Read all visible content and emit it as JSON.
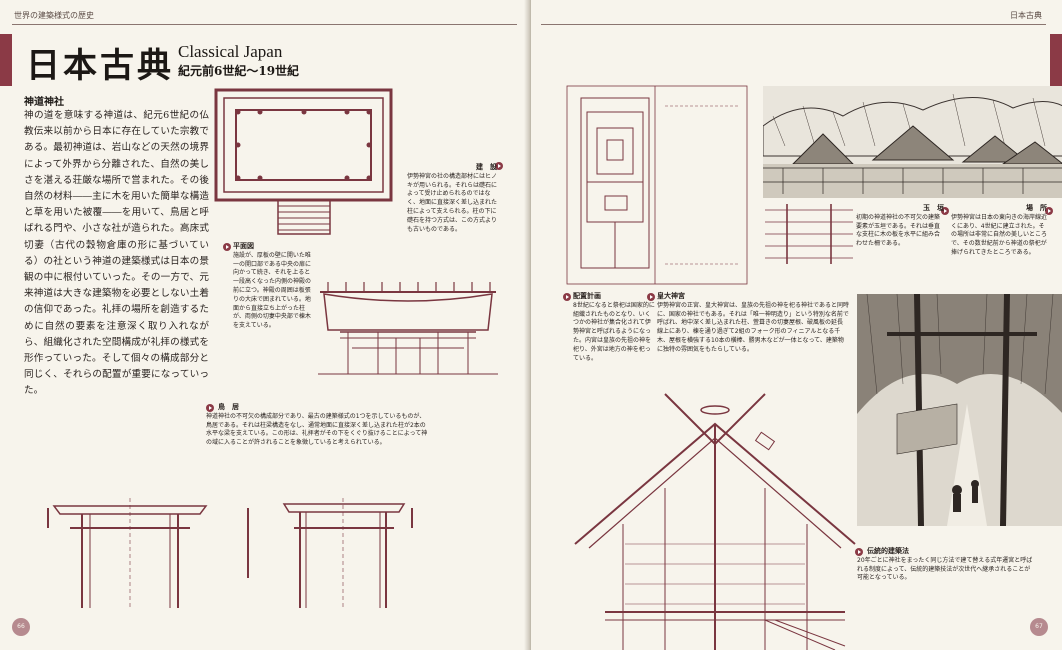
{
  "left_page": {
    "running_head": "世界の建築様式の歴史",
    "title_jp": "日本古典",
    "title_en": "Classical Japan",
    "period": "紀元前6世紀〜19世紀",
    "section_title": "神道神社",
    "body": "神の道を意味する神道は、紀元6世紀の仏教伝来以前から日本に存在していた宗教である。最初神道は、岩山などの天然の境界によって外界から分離された、自然の美しさを湛える荘厳な場所で営まれた。その後自然の材料――主に木を用いた簡単な構造と草を用いた被覆――を用いて、鳥居と呼ばれる門や、小さな社が造られた。高床式切妻（古代の穀物倉庫の形に基づいている）の社という神道の建築様式は日本の景観の中に根付いていった。その一方で、元来神道は大きな建築物を必要としない土着の信仰であった。礼拝の場所を創造するために自然の要素を注意深く取り入れながら、組織化された空間構成が礼拝の様式を形作っていった。そして個々の構成部分と同じく、それらの配置が重要になっていった。",
    "captions": {
      "structure_title": "建　設",
      "structure_text": "伊勢神宮の社の構造部材にはヒノキが用いられる。それらは礎石によって受け止められるのではなく、地面に直接深く差し込まれた柱によって支えられる。柱の下に礎石を持つ方式は、この方式よりも古いものである。",
      "plan_title": "平面図",
      "plan_text": "施設が、厚板の壁に開いた唯一の開口部である中央の扉に向かって続き、それを上ると一段高くなった内側の神殿の前に立つ。神殿の周囲は板張りの大床で囲まれている。地面から直接立ち上がった柱が、両側の切妻中央部で棟木を支えている。",
      "torii_title": "鳥　居",
      "torii_text": "神道神社の不可欠の構成部分であり、最古の建築様式の1つを示しているものが、鳥居である。それは柱梁構造をなし、通常地面に直接深く差し込まれた柱が2本の水平な梁を支えている。この形は、礼拝者がその下をくぐり抜けることによって神の域に入ることが許されることを象徴していると考えられている。"
    },
    "folio": "66"
  },
  "right_page": {
    "running_head": "日本古典",
    "captions": {
      "layout_title": "配置計画",
      "layout_text": "8世紀になると祭祀は国家的に組織されたものとなり、いくつかの神社が集合化されて伊勢神宮と呼ばれるようになった。内宮は皇族の先祖の神を祀り、外宮は地方の神を祀っている。",
      "ise_title": "皇大神宮",
      "ise_text": "伊勢神宮の正宮、皇大神宮は、皇族の先祖の神を祀る神社であると同時に、国家の神社でもある。それは「唯一神明造り」という特別な名前で呼ばれ、地中深く差し込まれた柱、萱葺きの切妻屋根、破風板の延長線上にあり、棟を通り過ぎて2組のフォーク形のフィニアルとなる千木、屋根を横強する10本の横棒、勝男木などが一体となって、建築物に独特の雰囲気をもたらしている。",
      "tamagaki_title": "玉　垣",
      "tamagaki_text": "初期の神道神社の不可欠の建築要素が玉垣である。それは垂直な支柱に木の板を水平に組み合わせた柵である。",
      "place_title": "場　所",
      "place_text": "伊勢神宮は日本の東向きの海岸線近くにあり、4世紀に建立された。その場所は非常に自然の美しいところで、その数世紀前から神道の祭祀が捧げられてきたところである。",
      "tradition_title": "伝統的建築法",
      "tradition_text": "20年ごとに神社をまったく同じ方法で建て替える式年遷宮と呼ばれる制度によって、伝統的建築技法が次世代へ継承されることが可能となっている。"
    },
    "folio": "67"
  },
  "colors": {
    "accent": "#8b3a46",
    "line": "#7a3640",
    "paper": "#f7f4ec"
  }
}
